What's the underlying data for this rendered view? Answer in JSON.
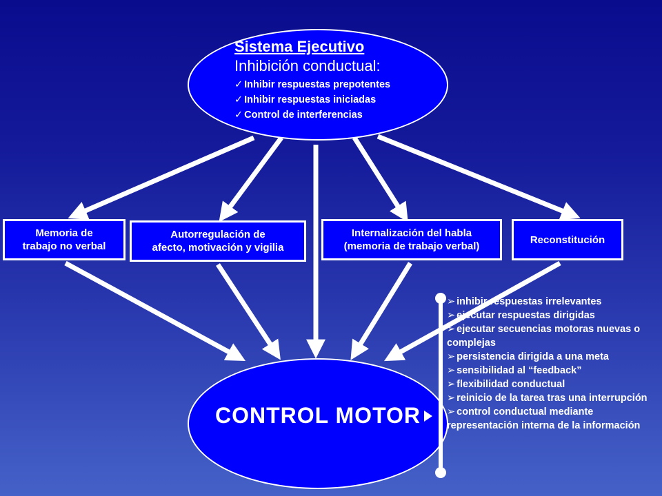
{
  "top": {
    "title": "Sistema Ejecutivo",
    "subtitle": "Inhibición conductual:",
    "items": [
      "Inhibir respuestas prepotentes",
      "Inhibir respuestas iniciadas",
      "Control de interferencias"
    ],
    "check_glyph": "✓"
  },
  "boxes": [
    {
      "line1": "Memoria de",
      "line2": "trabajo no verbal"
    },
    {
      "line1": "Autorregulación de",
      "line2": "afecto, motivación y vigilia"
    },
    {
      "line1": "Internalización del habla",
      "line2": "(memoria de trabajo verbal)"
    },
    {
      "line1": "Reconstitución",
      "line2": ""
    }
  ],
  "bottom": {
    "label": "CONTROL MOTOR"
  },
  "side_list": {
    "bullet": "➢",
    "items": [
      "inhibir respuestas irrelevantes",
      "ejecutar respuestas dirigidas",
      "ejecutar secuencias motoras nuevas o complejas",
      "persistencia dirigida a una meta",
      "sensibilidad al “feedback”",
      "flexibilidad conductual",
      "reinicio de la tarea tras una interrupción",
      "control conductual mediante representación interna de la información"
    ]
  },
  "colors": {
    "background_top": "#0a0c8e",
    "background_bottom": "#4562c8",
    "shape_fill": "#0000ff",
    "stroke": "#ffffff"
  }
}
